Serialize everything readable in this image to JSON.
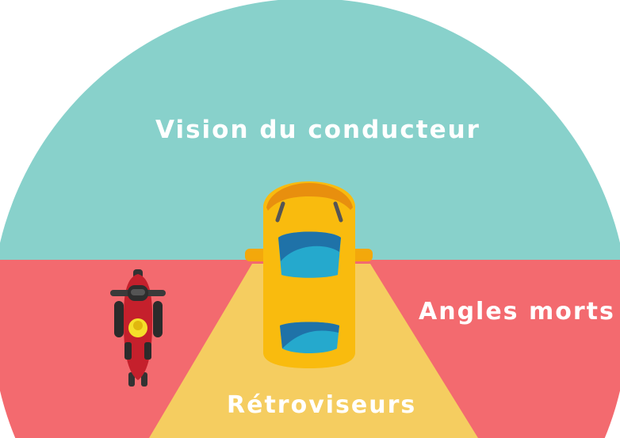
{
  "labels": {
    "driver_vision": "Vision du conducteur",
    "blind_spots": "Angles morts",
    "mirrors": "Rétroviseurs"
  },
  "colors": {
    "driver_vision_zone": "#88d1cb",
    "blind_spot_zone": "#f36a6f",
    "mirror_zone": "#f5cd60",
    "car_body": "#f9bb0e",
    "car_roof_accent": "#e88f0e",
    "windshield": "#25a9cd",
    "motorbike": "#c5202c",
    "helmet": "#f5df2a"
  },
  "icons": {
    "car": "car-topview-icon",
    "motorbike": "motorbike-topview-icon"
  }
}
